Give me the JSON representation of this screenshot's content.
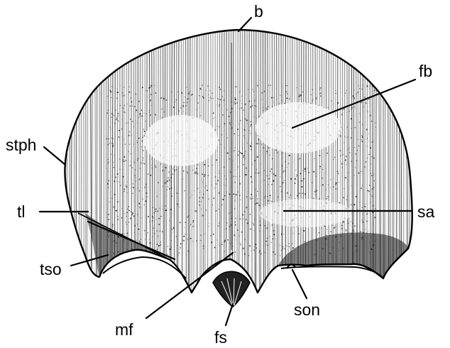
{
  "figure": {
    "labels": {
      "b": "b",
      "fb": "fb",
      "stph": "stph",
      "tl": "tl",
      "sa": "sa",
      "tso": "tso",
      "mf": "mf",
      "fs": "fs",
      "son": "son"
    }
  }
}
